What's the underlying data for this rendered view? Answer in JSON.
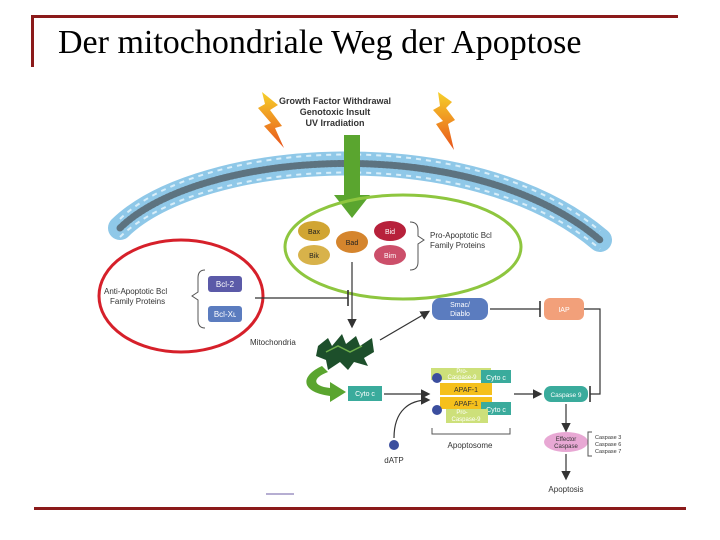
{
  "slide": {
    "title": "Der mitochondriale Weg der Apoptose"
  },
  "diagram": {
    "stimuli": [
      "Growth Factor Withdrawal",
      "Genotoxic Insult",
      "UV Irradiation"
    ],
    "pro_apoptotic": {
      "proteins": [
        "Bax",
        "Bad",
        "Bid",
        "Bik",
        "Bim"
      ],
      "label": [
        "Pro-Apoptotic Bcl",
        "Family Proteins"
      ]
    },
    "anti_apoptotic": {
      "proteins": [
        "Bcl-2",
        "Bcl-Xʟ"
      ],
      "label": [
        "Anti-Apoptotic Bcl",
        "Family Proteins"
      ]
    },
    "mitochondria_label": "Mitochondria",
    "smac": [
      "Smac/",
      "Diablo"
    ],
    "iap": "IAP",
    "cyto_c": "Cyto c",
    "apoptosome": {
      "procaspase_top": [
        "Pro-",
        "Caspase-9"
      ],
      "procaspase_bottom": [
        "Pro-",
        "Caspase-9"
      ],
      "apaf1": "APAF-1",
      "cyto_c_top": "Cyto c",
      "cyto_c_bottom": "Cyto c",
      "label": "Apoptosome"
    },
    "datp": "dATP",
    "caspase9": "Caspase 9",
    "effector_caspase": [
      "Effector",
      "Caspase"
    ],
    "effector_list": [
      "Caspase 3",
      "Caspase 6",
      "Caspase 7"
    ],
    "apoptosis": "Apoptosis"
  },
  "colors": {
    "frame": "#8b1a1a",
    "membrane": "#8fc8e8",
    "highlight_green": "#8ec63f",
    "highlight_red": "#d6202a",
    "arrow_green": "#5aa52f",
    "teal": "#3aab9c",
    "purple": "#5b5aa8",
    "iap_orange": "#f2a07a"
  }
}
